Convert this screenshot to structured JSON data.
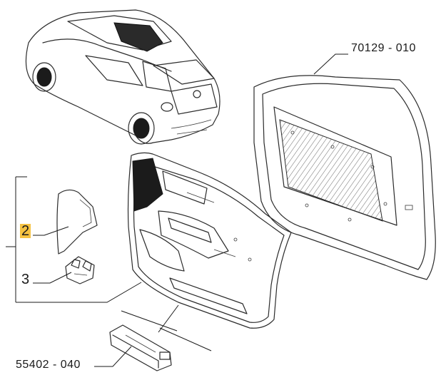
{
  "callouts": {
    "door_frame_part": "70129 - 010",
    "ref_2": "2",
    "ref_3": "3",
    "pocket_part": "55402 - 040"
  },
  "colors": {
    "highlight": "#f5c242",
    "line": "#2b2b2b"
  },
  "icons": [
    "car-icon",
    "door-frame-icon",
    "door-panel-icon",
    "trim-cover-icon",
    "clip-icon",
    "storage-pocket-icon"
  ]
}
